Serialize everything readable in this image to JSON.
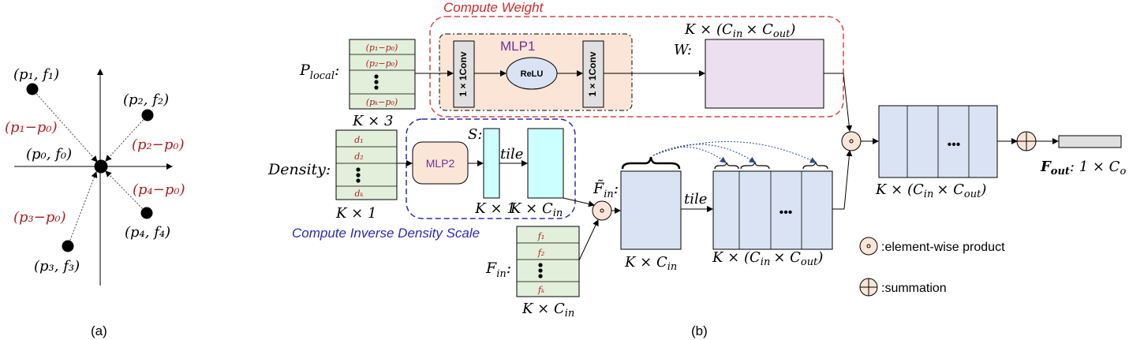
{
  "panel_a": {
    "caption": "(a)",
    "points": [
      {
        "id": "p1",
        "label": "(p₁, f₁)",
        "diff": "(p₁−p₀)"
      },
      {
        "id": "p2",
        "label": "(p₂, f₂)",
        "diff": "(p₂−p₀)"
      },
      {
        "id": "p3",
        "label": "(p₃, f₃)",
        "diff": "(p₃−p₀)"
      },
      {
        "id": "p4",
        "label": "(p₄, f₄)",
        "diff": "(p₄−p₀)"
      }
    ],
    "center_label": "(p₀, f₀)"
  },
  "panel_b": {
    "caption": "(b)",
    "p_local_label": "P",
    "p_local_sub": "local",
    "p_local_rows": [
      "(p₁−p₀)",
      "(p₂−p₀)",
      "⋮",
      "(pₖ−p₀)"
    ],
    "p_local_dim": "K × 3",
    "compute_weight_title": "Compute Weight",
    "mlp1_title": "MLP1",
    "conv_label": "1 × 1Conv",
    "relu_label": "ReLU",
    "w_label": "W:",
    "w_dim": "K × (C",
    "w_dim_in": "in",
    "w_dim_mid": "× C",
    "w_dim_out": "out",
    "density_label": "Density:",
    "density_rows": [
      "d₁",
      "d₂",
      "⋮",
      "dₖ"
    ],
    "density_dim": "K × 1",
    "mlp2_label": "MLP2",
    "s_label": "S:",
    "tile_label": "tile",
    "s_dim": "K × 1",
    "s_tile_dim": "K × C",
    "compute_inverse_title": "Compute Inverse Density Scale",
    "f_in_label": "F",
    "f_in_sub": "in",
    "f_in_rows": [
      "f₁",
      "f₂",
      "⋮",
      "fₖ"
    ],
    "f_in_dim": "K × C",
    "f_tilde_label": "F̃",
    "f_tilde_dim": "K × C",
    "tiled_dim": "K × (C",
    "product_dim": "K × (C",
    "f_out_label": "F",
    "f_out_sub": "out",
    "f_out_dim": ": 1 × C",
    "f_out_dim_sub": "o",
    "dots": "•••",
    "legend_product": ":element-wise product",
    "legend_sum": ":summation"
  },
  "colors": {
    "dark_red": "#b02020",
    "dashed_red": "#e04040",
    "dashed_blue": "#2a2ab8",
    "title_red": "#d02828",
    "title_blue": "#2a2ab8",
    "purple": "#7030a0",
    "green_fill": "#e2efda",
    "peach_fill": "#fbe5d6",
    "grey_fill": "#e0e0e0",
    "relu_fill": "#dae3f3",
    "w_fill": "#ece0f0",
    "blue_fill": "#dae3f3",
    "cyan_fill": "#ccffff"
  }
}
